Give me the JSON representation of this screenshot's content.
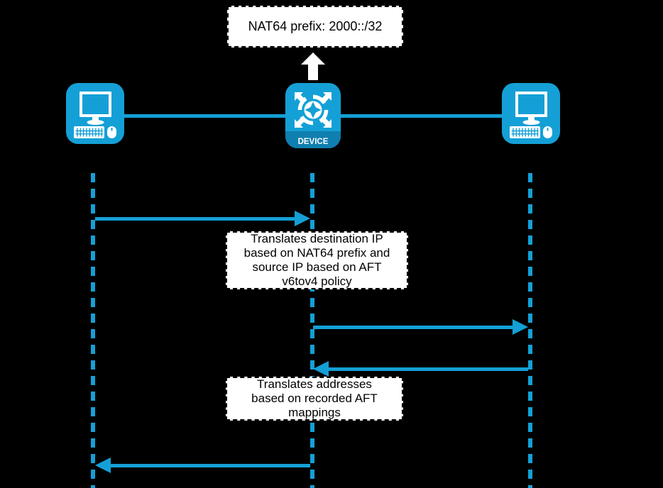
{
  "colors": {
    "accent": "#14A0D6",
    "device_band": "#0F7FAF",
    "canvas_bg": "#000000",
    "note_bg": "#FFFFFF",
    "note_border": "#000000",
    "note_text": "#000000",
    "arrow_white": "#FFFFFF"
  },
  "prefix_note": {
    "text": "NAT64 prefix: 2000::/32"
  },
  "device": {
    "label": "DEVICE"
  },
  "icons": {
    "left_host": "computer-icon",
    "middle_device": "router-device-icon",
    "right_host": "computer-icon",
    "up_arrow": "block-arrow-up-icon"
  },
  "notes": {
    "translate_v6tov4": {
      "lines": [
        "Translates destination IP",
        "based on NAT64 prefix and",
        "source IP based on AFT",
        "v6tov4 policy"
      ]
    },
    "translate_back": {
      "lines": [
        "Translates addresses",
        "based on recorded AFT",
        "mappings"
      ]
    }
  }
}
